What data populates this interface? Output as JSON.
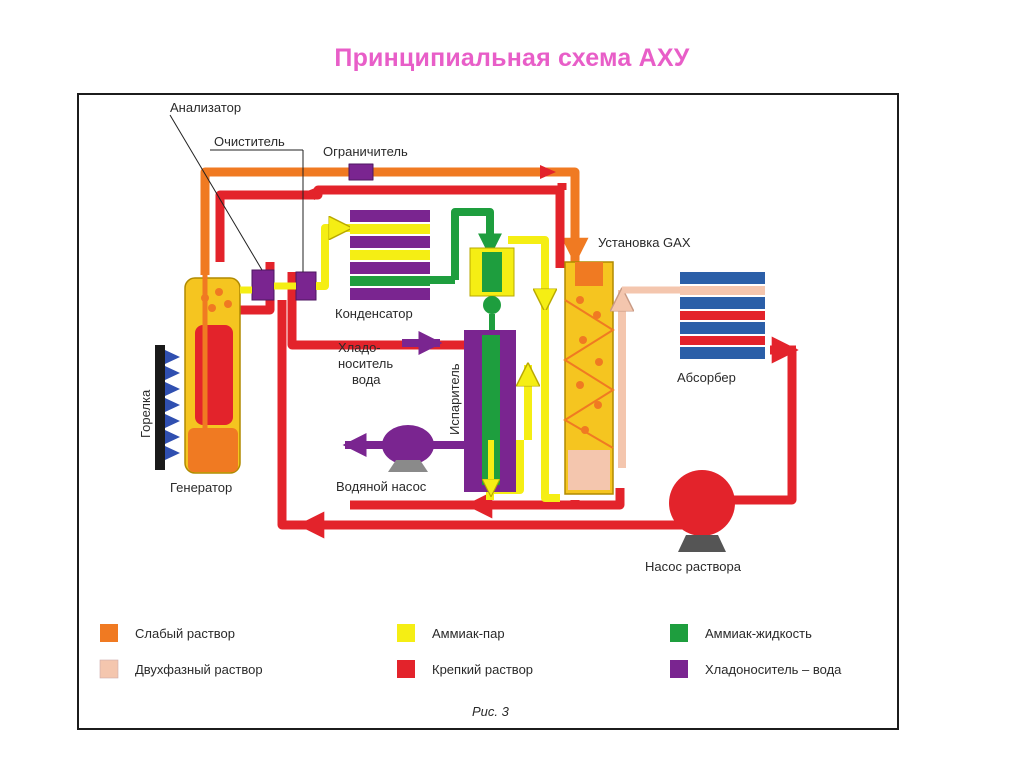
{
  "title": "Принципиальная схема АХУ",
  "labels": {
    "analyzer": "Анализатор",
    "purifier": "Очиститель",
    "limiter": "Ограничитель",
    "gax": "Установка GAX",
    "condenser": "Конденсатор",
    "coolant_line1": "Хладо-",
    "coolant_line2": "носитель",
    "coolant_line3": "вода",
    "evaporator": "Испаритель",
    "burner": "Горелка",
    "generator": "Генератор",
    "water_pump": "Водяной насос",
    "absorber": "Абсорбер",
    "solution_pump": "Насос раствора",
    "figure": "Рис. 3"
  },
  "legend": [
    {
      "label": "Слабый раствор",
      "color": "#f07a22"
    },
    {
      "label": "Двухфазный раствор",
      "color": "#f4c6ae"
    },
    {
      "label": "Аммиак-пар",
      "color": "#f5ee14"
    },
    {
      "label": "Крепкий раствор",
      "color": "#e3232b"
    },
    {
      "label": "Аммиак-жидкость",
      "color": "#1e9e3e"
    },
    {
      "label": "Хладоноситель – вода",
      "color": "#7a2590"
    }
  ],
  "colors": {
    "weak": "#f07a22",
    "two_phase": "#f4c6ae",
    "vapor": "#f5ee14",
    "strong": "#e3232b",
    "liquid": "#1e9e3e",
    "coolant": "#7a2590",
    "burner": "#2b2b6e",
    "absorber_tube": "#2b5fa8",
    "title": "#e85ec8"
  }
}
